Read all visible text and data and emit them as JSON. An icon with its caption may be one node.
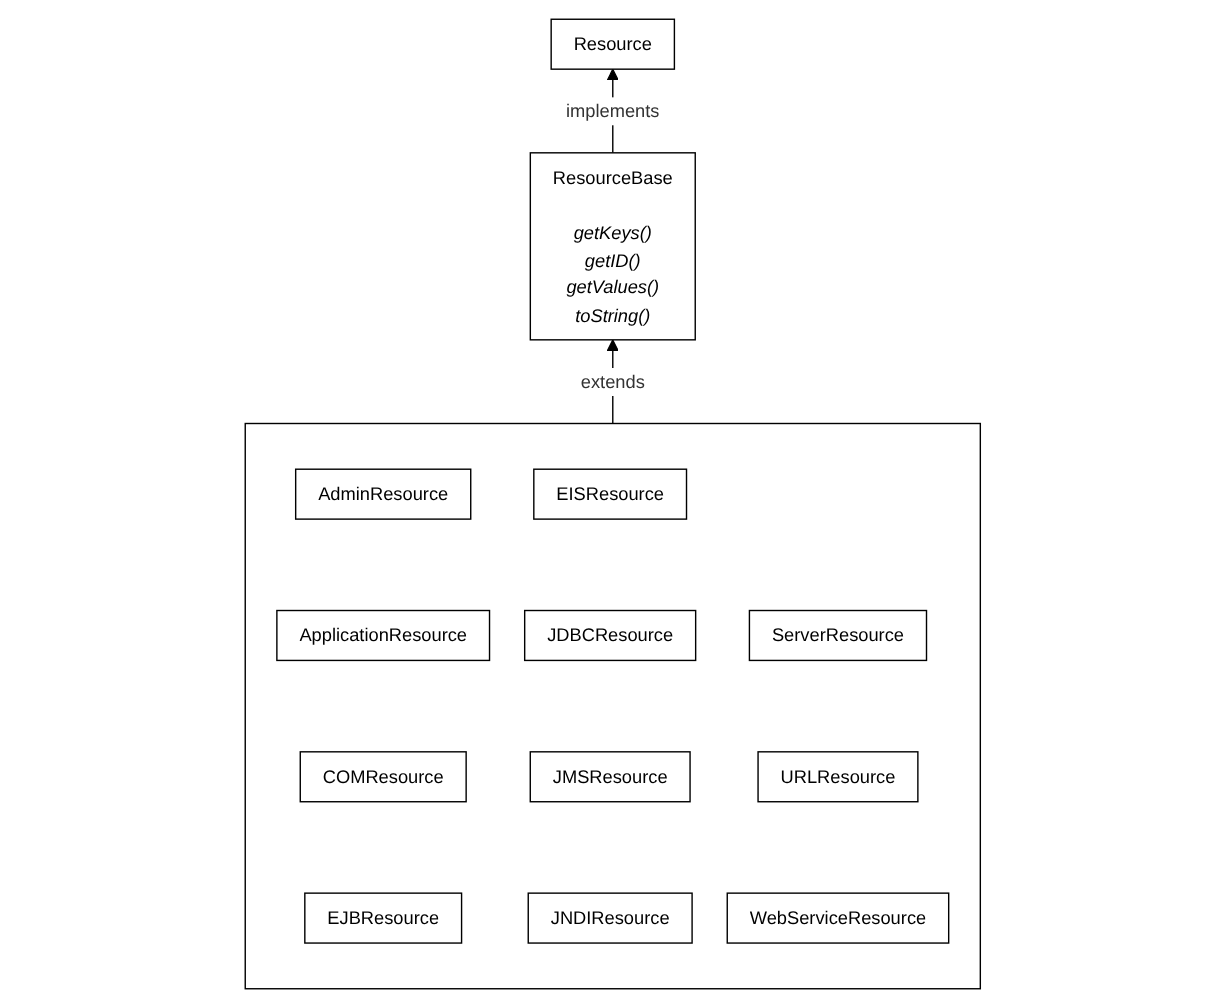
{
  "diagram": {
    "nodes": [
      {
        "text": [
          "Resource"
        ]
      },
      {
        "text": [
          "ResourceBase",
          "getKeys()",
          "getID()",
          "getValues()",
          "toString()"
        ]
      },
      {
        "text": [],
        "shape": "box"
      },
      {
        "text": [
          "AdminResource"
        ],
        "in": 2
      },
      {
        "text": [
          "EISResource"
        ],
        "in": 2
      },
      {
        "text": [
          "ServerResource"
        ],
        "in": 2
      },
      {
        "text": [
          "ApplicationResource"
        ],
        "in": 2
      },
      {
        "text": [
          "JDBCResource"
        ],
        "in": 2
      },
      {
        "text": [
          "URLResource"
        ],
        "in": 2
      },
      {
        "text": [
          "COMResource"
        ],
        "in": 2
      },
      {
        "text": [
          "JMSResource"
        ],
        "in": 2
      },
      {
        "text": [
          "WebServiceResource"
        ],
        "in": 2
      },
      {
        "text": [
          "EJBResource"
        ],
        "in": 2
      },
      {
        "text": [
          "JNDIResource"
        ],
        "in": 2
      }
    ],
    "edges": [
      {
        "from": 1,
        "to": 0,
        "arrow": "to",
        "label": "implements"
      },
      {
        "from": 2,
        "to": 1,
        "arrow": "to",
        "label": "extends"
      }
    ]
  }
}
